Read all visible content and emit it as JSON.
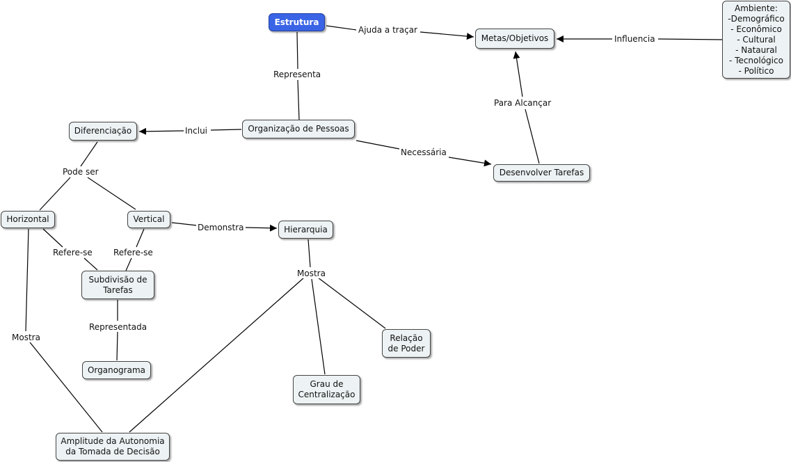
{
  "concepts": {
    "estrutura": "Estrutura",
    "metas": "Metas/Objetivos",
    "ambiente": "Ambiente:\n-Demográfico\n- Econômico\n- Cultural\n- Nataural\n- Tecnológico\n- Político",
    "organizacao": "Organização de Pessoas",
    "diferenciacao": "Diferenciação",
    "desenvolver": "Desenvolver Tarefas",
    "horizontal": "Horizontal",
    "vertical": "Vertical",
    "hierarquia": "Hierarquia",
    "subdivisao": "Subdivisão de\nTarefas",
    "organograma": "Organograma",
    "relacao": "Relação\nde Poder",
    "grau": "Grau de\nCentralização",
    "amplitude": "Amplitude da Autonomia\nda Tomada de Decisão"
  },
  "links": {
    "ajuda": "Ajuda a traçar",
    "influencia": "Influencia",
    "representa": "Representa",
    "para_alcancar": "Para Alcançar",
    "inclui": "Inclui",
    "necessaria": "Necessária",
    "pode_ser": "Pode ser",
    "demonstra": "Demonstra",
    "refere_h": "Refere-se",
    "refere_v": "Refere-se",
    "representada": "Representada",
    "mostra_left": "Mostra",
    "mostra_hier": "Mostra"
  },
  "colors": {
    "root_fill": "#3a64e6",
    "node_fill": "#edf2f4",
    "line": "#000000"
  }
}
